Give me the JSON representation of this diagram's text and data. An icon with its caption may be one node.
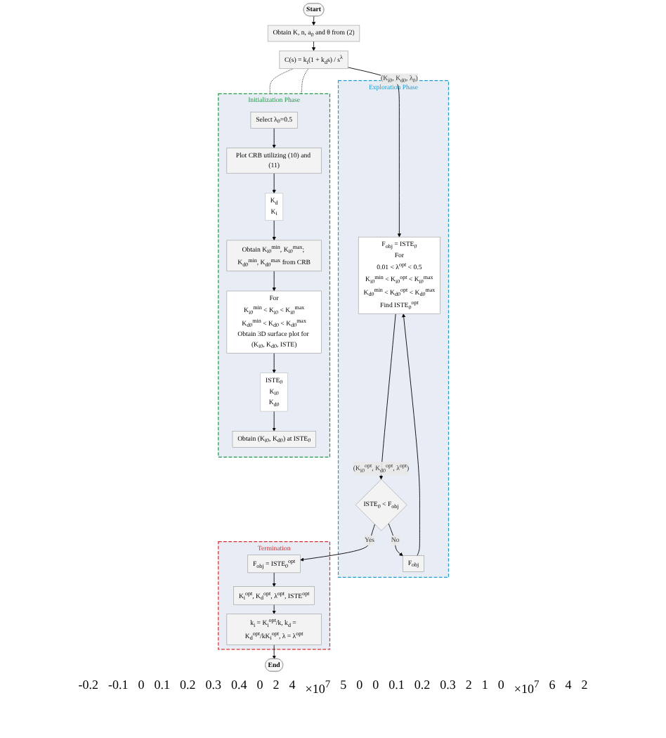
{
  "diagram": {
    "nodes": [
      {
        "text": [
          "Start"
        ]
      },
      {
        "text": [
          "Obtain K, n, a$_{0}$ and θ from (2)"
        ]
      },
      {
        "text": [
          "C(s) = k$_{i}$(1 + k$_{d}$s) / s$^{λ}$"
        ]
      },
      {
        "text": [
          "Exploration Phase"
        ]
      },
      {
        "text": [
          "F$_{obj}$ = ISTE$_{0}$",
          "For",
          "0.01 < λ$^{opt}$ < 0.5",
          "K$_{i0}$$^{min}$ < K$_{i0}$$^{opt}$ < K$_{i0}$$^{max}$",
          "K$_{d0}$$^{min}$ < K$_{d0}$$^{opt}$ < K$_{d0}$$^{max}$",
          "Find ISTE$_{0}$$^{opt}$"
        ],
        "in": 3
      },
      {
        "text": [
          "F$_{obj}$"
        ],
        "in": 3
      },
      {
        "text": [
          "ISTE$_{0}$ < F$_{obj}$"
        ],
        "in": 3
      },
      {
        "text": [
          "Termination"
        ]
      },
      {
        "text": [
          "F$_{obj}$ = ISTE$_{0}$$^{opt}$"
        ],
        "in": 7
      },
      {
        "text": [
          "K$_{i}$$^{opt}$, K$_{d}$$^{opt}$, λ$^{opt}$, ISTE$^{opt}$"
        ],
        "in": 7
      },
      {
        "text": [
          "k$_{i}$ = K$_{i}$$^{opt}$/k, k$_{d}$ = K$_{d}$$^{opt}$/kK$_{i}$$^{opt}$, λ = λ$^{opt}$"
        ],
        "in": 7
      },
      {
        "text": [
          "End"
        ]
      },
      {
        "text": [
          "Initialization Phase"
        ]
      },
      {
        "text": [
          "Select λ$_{0}$=0.5"
        ],
        "in": 12
      },
      {
        "text": [
          "Plot CRB utilizing (10) and (11)"
        ],
        "in": 12
      },
      {
        "text": [
          "K$_{d}$",
          "K$_{i}$"
        ],
        "in": 12
      },
      {
        "text": [
          "Obtain K$_{i0}$$^{min}$, K$_{i0}$$^{max}$; K$_{d0}$$^{min}$, K$_{d0}$$^{max}$ from CRB"
        ],
        "in": 12
      },
      {
        "text": [
          "For",
          "K$_{i0}$$^{min}$ < K$_{i0}$ < K$_{i0}$$^{max}$",
          "K$_{d0}$$^{min}$ < K$_{d0}$ < K$_{d0}$$^{max}$",
          "Obtain 3D surface plot for (K$_{i0}$, K$_{d0}$, ISTE)"
        ],
        "in": 12
      },
      {
        "text": [
          "ISTE$_{0}$",
          "K$_{i0}$",
          "K$_{d0}$"
        ],
        "in": 12
      },
      {
        "text": [
          "Obtain (K$_{i0}$, K$_{d0}$) at ISTE$_{0}$"
        ],
        "in": 12
      }
    ],
    "edges": [
      {
        "from": 0,
        "to": 1,
        "arrow": "to"
      },
      {
        "from": 1,
        "to": 2,
        "arrow": "to"
      },
      {
        "from": 2,
        "to": 4,
        "arrow": "to",
        "label": "(K$_{i0}$, K$_{d0}$, λ$_{0}$)"
      },
      {
        "from": 4,
        "to": 6,
        "arrow": "to",
        "label": "(K$_{i0}$$^{opt}$, K$_{d0}$$^{opt}$, λ$^{opt}$)"
      },
      {
        "from": 6,
        "to": 5,
        "arrow": "to",
        "label": "No"
      },
      {
        "from": 5,
        "to": 4,
        "arrow": "to"
      },
      {
        "from": 6,
        "to": 8,
        "arrow": "to",
        "label": "Yes"
      },
      {
        "from": 8,
        "to": 9,
        "arrow": "to"
      },
      {
        "from": 9,
        "to": 10,
        "arrow": "to"
      },
      {
        "from": 10,
        "to": 11,
        "arrow": "to"
      },
      {
        "from": 13,
        "to": 14,
        "arrow": "to"
      },
      {
        "from": 14,
        "to": 15,
        "arrow": "to"
      },
      {
        "from": 15,
        "to": 16,
        "arrow": "to"
      },
      {
        "from": 16,
        "to": 17,
        "arrow": "to"
      },
      {
        "from": 17,
        "to": 18,
        "arrow": "to"
      },
      {
        "from": 18,
        "to": 19,
        "arrow": "to"
      },
      {
        "from": 2,
        "to": 12,
        "arrow": "none",
        "style": "dashed"
      },
      {
        "from": 2,
        "to": 12,
        "arrow": "none",
        "style": "dashed"
      }
    ],
    "labels": [
      "-0.2",
      "-0.1",
      "0",
      "0.1",
      "0.2",
      "0.3",
      "0.4",
      "0",
      "2",
      "4",
      "×10$^{7}$",
      "5",
      "0",
      "0",
      "0.1",
      "0.2",
      "0.3",
      "2",
      "1",
      "0",
      "×10$^{7}$",
      "6",
      "4",
      "2"
    ]
  }
}
